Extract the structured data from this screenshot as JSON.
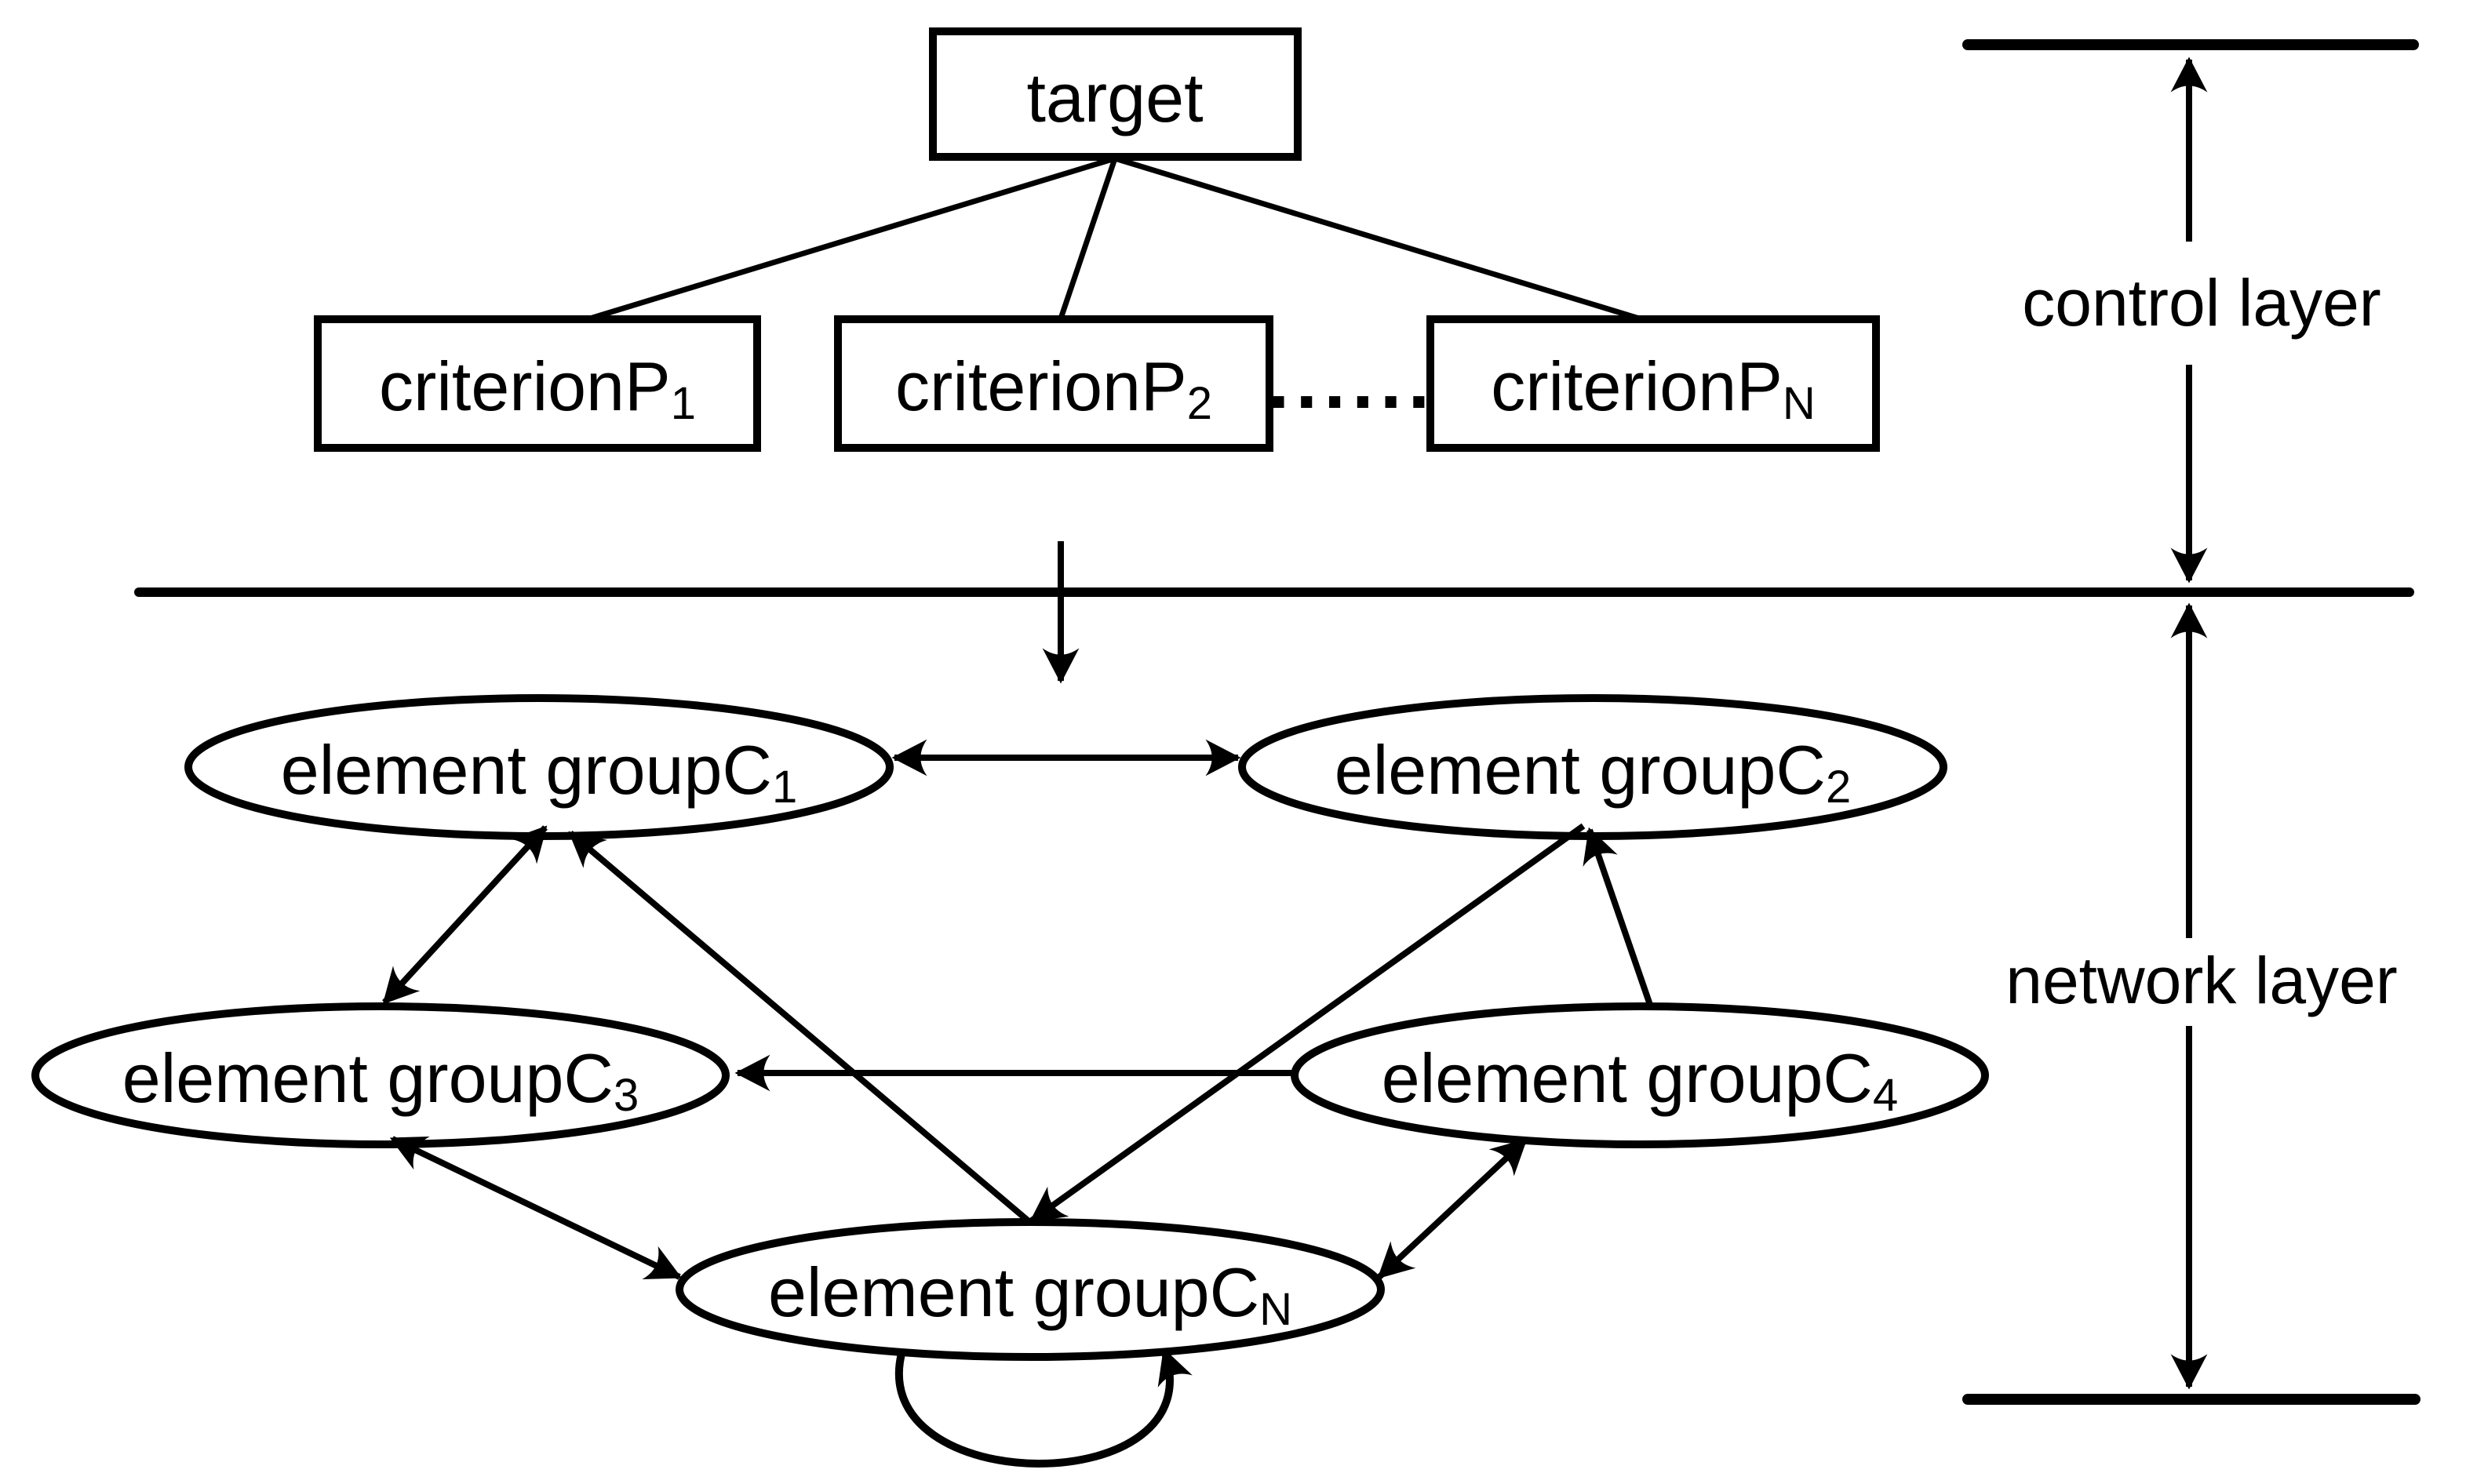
{
  "canvas": {
    "background_color": "#ffffff",
    "ink_color": "#000000"
  },
  "control_layer": {
    "target": {
      "label": "target"
    },
    "criteria": [
      {
        "label": "criterionP",
        "sub": "1"
      },
      {
        "label": "criterionP",
        "sub": "2"
      },
      {
        "label": "criterionP",
        "sub": "N"
      }
    ],
    "ellipsis": "......",
    "annotation": "control layer"
  },
  "network_layer": {
    "groups": [
      {
        "label": "element groupC",
        "sub": "1"
      },
      {
        "label": "element groupC",
        "sub": "2"
      },
      {
        "label": "element groupC",
        "sub": "3"
      },
      {
        "label": "element groupC",
        "sub": "4"
      },
      {
        "label": "element groupC",
        "sub": "N"
      }
    ],
    "annotation": "network layer"
  }
}
